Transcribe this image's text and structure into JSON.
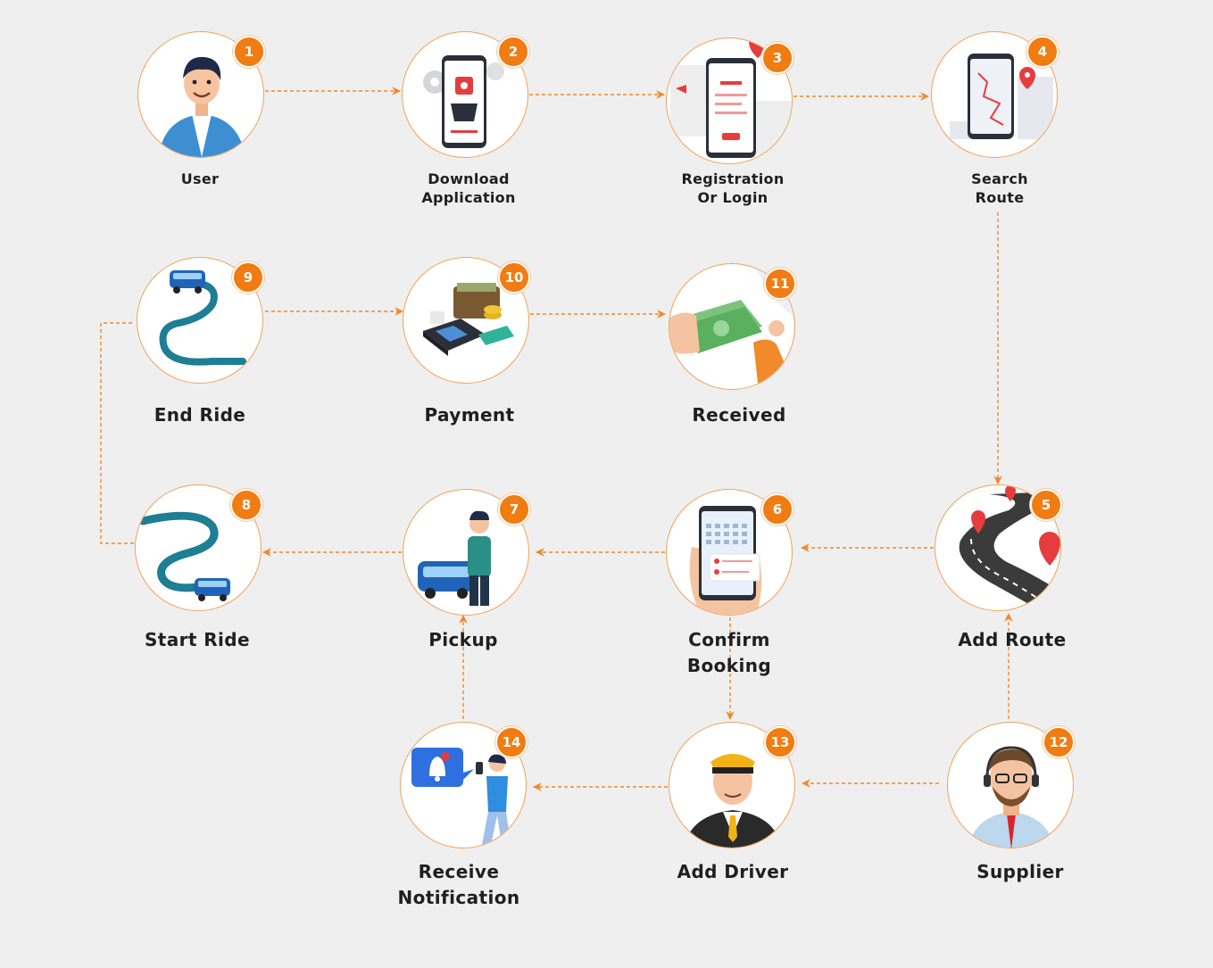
{
  "colors": {
    "background": "#efefef",
    "accent": "#f07c12",
    "connector": "#f0892a",
    "node_border": "#f0a25a"
  },
  "steps": [
    {
      "id": 1,
      "badge": "1",
      "label": "User",
      "icon": "user-avatar-icon"
    },
    {
      "id": 2,
      "badge": "2",
      "label": "Download\nApplication",
      "icon": "phone-download-icon"
    },
    {
      "id": 3,
      "badge": "3",
      "label": "Registration\nOr Login",
      "icon": "phone-login-form-icon"
    },
    {
      "id": 4,
      "badge": "4",
      "label": "Search\nRoute",
      "icon": "phone-map-route-icon"
    },
    {
      "id": 5,
      "badge": "5",
      "label": "Add Route",
      "icon": "road-with-pins-icon"
    },
    {
      "id": 6,
      "badge": "6",
      "label": "Confirm\nBooking",
      "icon": "hand-phone-calendar-icon"
    },
    {
      "id": 7,
      "badge": "7",
      "label": "Pickup",
      "icon": "bus-passenger-icon"
    },
    {
      "id": 8,
      "badge": "8",
      "label": "Start Ride",
      "icon": "winding-road-bus-icon"
    },
    {
      "id": 9,
      "badge": "9",
      "label": "End Ride",
      "icon": "winding-road-bus-end-icon"
    },
    {
      "id": 10,
      "badge": "10",
      "label": "Payment",
      "icon": "wallet-card-terminal-icon"
    },
    {
      "id": 11,
      "badge": "11",
      "label": "Received",
      "icon": "cash-received-icon"
    },
    {
      "id": 12,
      "badge": "12",
      "label": "Supplier",
      "icon": "headset-agent-icon"
    },
    {
      "id": 13,
      "badge": "13",
      "label": "Add Driver",
      "icon": "driver-cap-icon"
    },
    {
      "id": 14,
      "badge": "14",
      "label": "Receive\nNotification",
      "icon": "notification-bell-person-icon"
    }
  ],
  "connections": [
    {
      "from": 1,
      "to": 2
    },
    {
      "from": 2,
      "to": 3
    },
    {
      "from": 3,
      "to": 4
    },
    {
      "from": 4,
      "to": 5
    },
    {
      "from": 5,
      "to": 6
    },
    {
      "from": 6,
      "to": 7
    },
    {
      "from": 7,
      "to": 8
    },
    {
      "from": 8,
      "to": 9
    },
    {
      "from": 9,
      "to": 10
    },
    {
      "from": 10,
      "to": 11
    },
    {
      "from": 12,
      "to": 5
    },
    {
      "from": 12,
      "to": 13
    },
    {
      "from": 13,
      "to": 14
    },
    {
      "from": 14,
      "to": 7
    },
    {
      "from": 6,
      "to": 13
    }
  ]
}
